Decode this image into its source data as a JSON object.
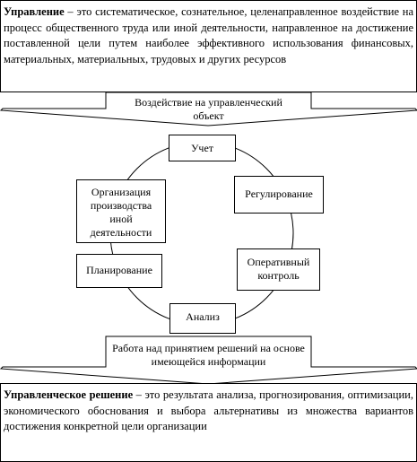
{
  "top_definition": {
    "term": "Управление",
    "text": " – это систематическое, сознательное, целенаправленное воздействие на процесс общественного труда или иной деятельности, направленное на достижение поставленной цели путем наиболее эффективного использования финансовых, материальных, материальных, трудовых и других ресурсов"
  },
  "top_arrow_label": "Воздействие на управленческий объект",
  "cycle": {
    "uchet": "Учет",
    "regulirovanie": "Регулирование",
    "kontrol": "Оперативный контроль",
    "analiz": "Анализ",
    "planirovanie": "Планирование",
    "organizatsiya": "Организация производства иной деятельности"
  },
  "bottom_arrow_label": "Работа над принятием решений на основе имеющейся информации",
  "bottom_definition": {
    "term": "Управленческое решение",
    "text": " – это результата анализа, прогнозирования, оптимизации, экономического обоснования и выбора альтернативы из множества вариантов достижения конкретной цели организации"
  }
}
